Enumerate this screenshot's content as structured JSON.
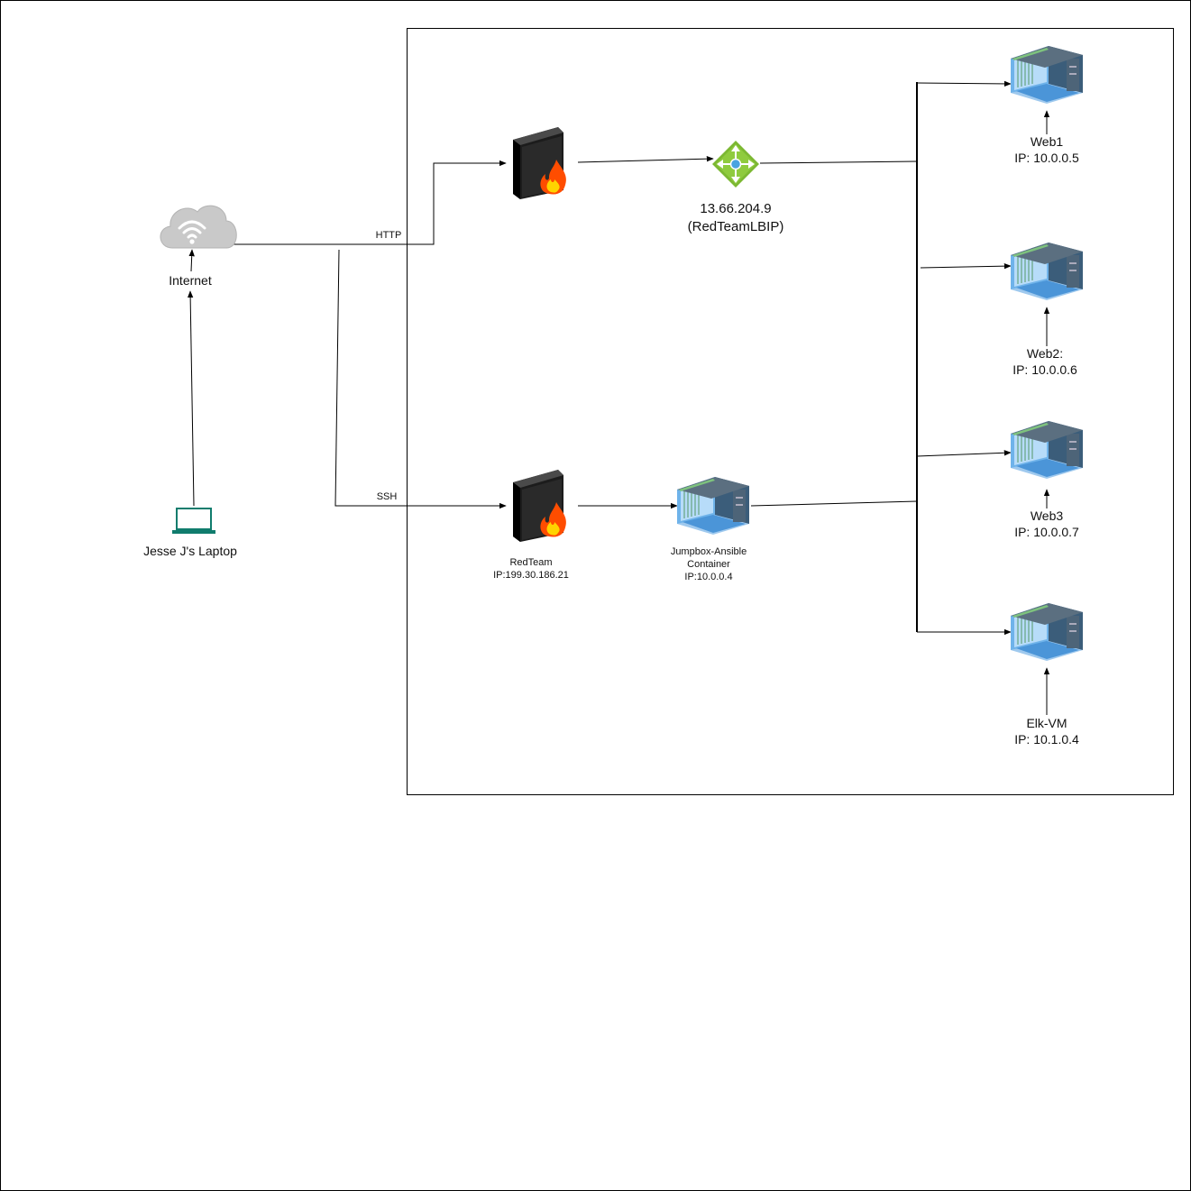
{
  "edges": {
    "http_label": "HTTP",
    "ssh_label": "SSH"
  },
  "nodes": {
    "laptop": {
      "label": "Jesse J's Laptop",
      "icon": "laptop-icon"
    },
    "internet": {
      "label": "Internet",
      "icon": "cloud-wifi-icon"
    },
    "firewall_http": {
      "icon": "firewall-server-icon"
    },
    "load_balancer": {
      "line1": "13.66.204.9",
      "line2": "(RedTeamLBIP)",
      "icon": "load-balancer-icon"
    },
    "firewall_ssh": {
      "line1": "RedTeam",
      "line2": "IP:199.30.186.21",
      "icon": "firewall-server-icon"
    },
    "jumpbox": {
      "line1": "Jumpbox-Ansible",
      "line2": "Container",
      "line3": "IP:10.0.0.4",
      "icon": "virtual-machine-icon"
    },
    "web1": {
      "line1": "Web1",
      "line2": "IP: 10.0.0.5",
      "icon": "virtual-machine-icon"
    },
    "web2": {
      "line1": "Web2:",
      "line2": "IP: 10.0.0.6",
      "icon": "virtual-machine-icon"
    },
    "web3": {
      "line1": "Web3",
      "line2": "IP: 10.0.0.7",
      "icon": "virtual-machine-icon"
    },
    "elk": {
      "line1": "Elk-VM",
      "line2": "IP: 10.1.0.4",
      "icon": "virtual-machine-icon"
    }
  },
  "colors": {
    "line": "#000000",
    "cloud": "#c9c9c9",
    "laptop": "#107c6d",
    "lb_green": "#7cb832",
    "vm_blue": "#5aa7e6",
    "firewall_flame": "#ff6a00"
  }
}
